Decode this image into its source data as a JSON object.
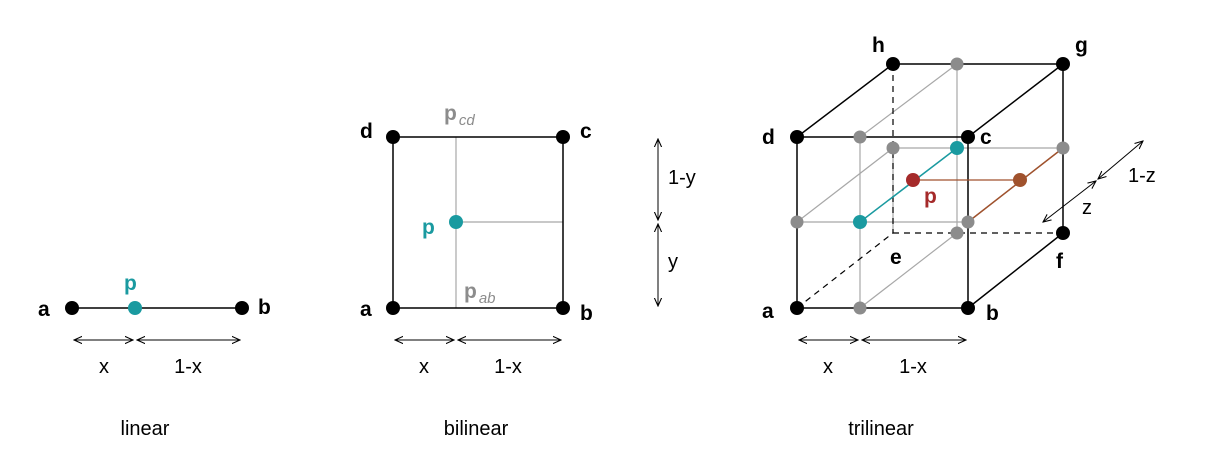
{
  "colors": {
    "vertex": "#000000",
    "interp_point": "#1a9aa0",
    "intermediate": "#8c8c8c",
    "trilinear_point": "#a52a2a",
    "back_point": "#a0522d"
  },
  "linear": {
    "caption": "linear",
    "label_a": "a",
    "label_b": "b",
    "label_p": "p",
    "dim_x": "x",
    "dim_1x": "1-x"
  },
  "bilinear": {
    "caption": "bilinear",
    "label_a": "a",
    "label_b": "b",
    "label_c": "c",
    "label_d": "d",
    "label_p": "p",
    "label_pcd_main": "p",
    "label_pcd_sub": "cd",
    "label_pab_main": "p",
    "label_pab_sub": "ab",
    "dim_x": "x",
    "dim_1x": "1-x",
    "dim_y": "y",
    "dim_1y": "1-y"
  },
  "trilinear": {
    "caption": "trilinear",
    "label_a": "a",
    "label_b": "b",
    "label_c": "c",
    "label_d": "d",
    "label_e": "e",
    "label_f": "f",
    "label_g": "g",
    "label_h": "h",
    "label_p": "p",
    "dim_x": "x",
    "dim_1x": "1-x",
    "dim_z": "z",
    "dim_1z": "1-z"
  }
}
